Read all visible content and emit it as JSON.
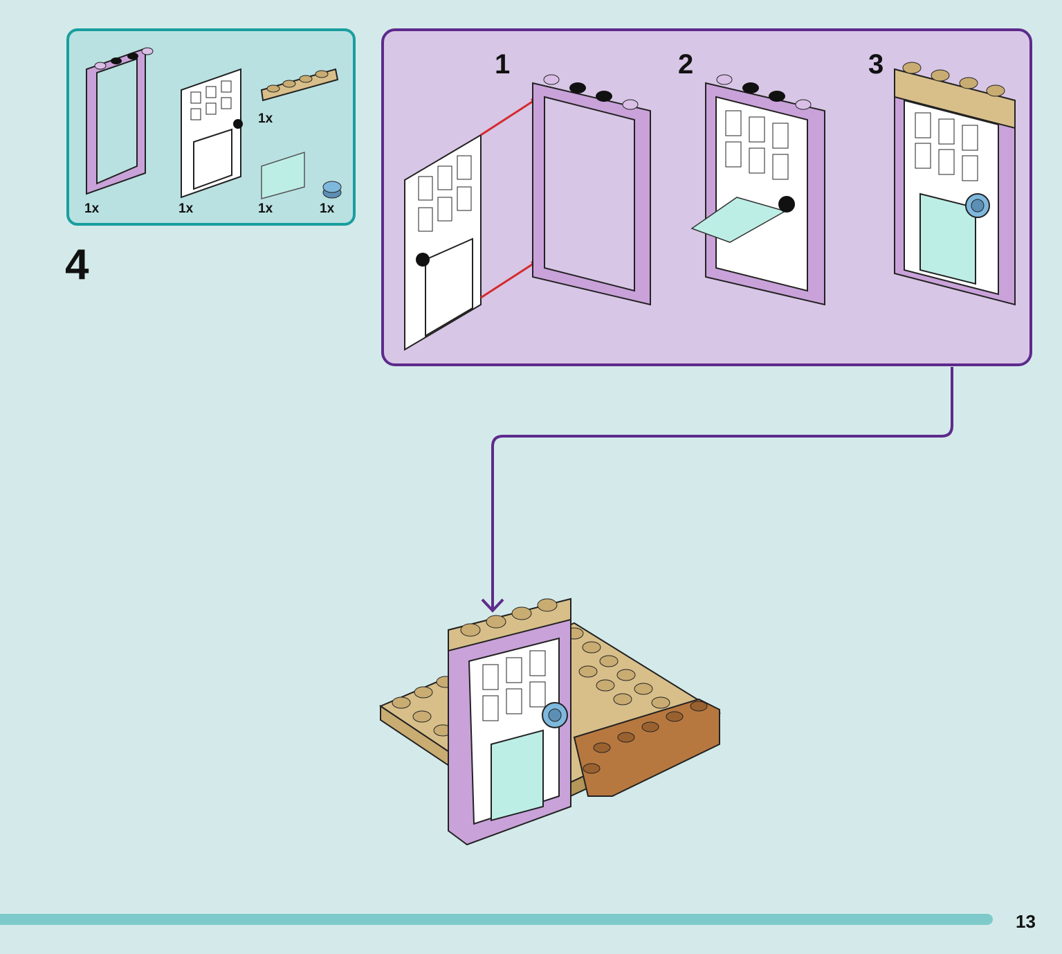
{
  "parts_callout": {
    "items": [
      {
        "name": "purple-door-frame",
        "qty": "1x"
      },
      {
        "name": "white-door",
        "qty": "1x"
      },
      {
        "name": "tan-plate-1x4",
        "qty": "1x"
      },
      {
        "name": "transparent-glass-panel",
        "qty": "1x"
      },
      {
        "name": "blue-round-plate",
        "qty": "1x"
      }
    ]
  },
  "step": {
    "number": "4"
  },
  "substeps": [
    {
      "label": "1"
    },
    {
      "label": "2"
    },
    {
      "label": "3"
    }
  ],
  "footer": {
    "page_number": "13"
  },
  "colors": {
    "background": "#d4eaea",
    "parts_border": "#1a9e9e",
    "substep_border": "#5d2a8c",
    "frame_purple": "#c9a2d9",
    "tan": "#d8bf8a",
    "brown": "#b7783f",
    "accent_blue": "#7eb8dd"
  }
}
